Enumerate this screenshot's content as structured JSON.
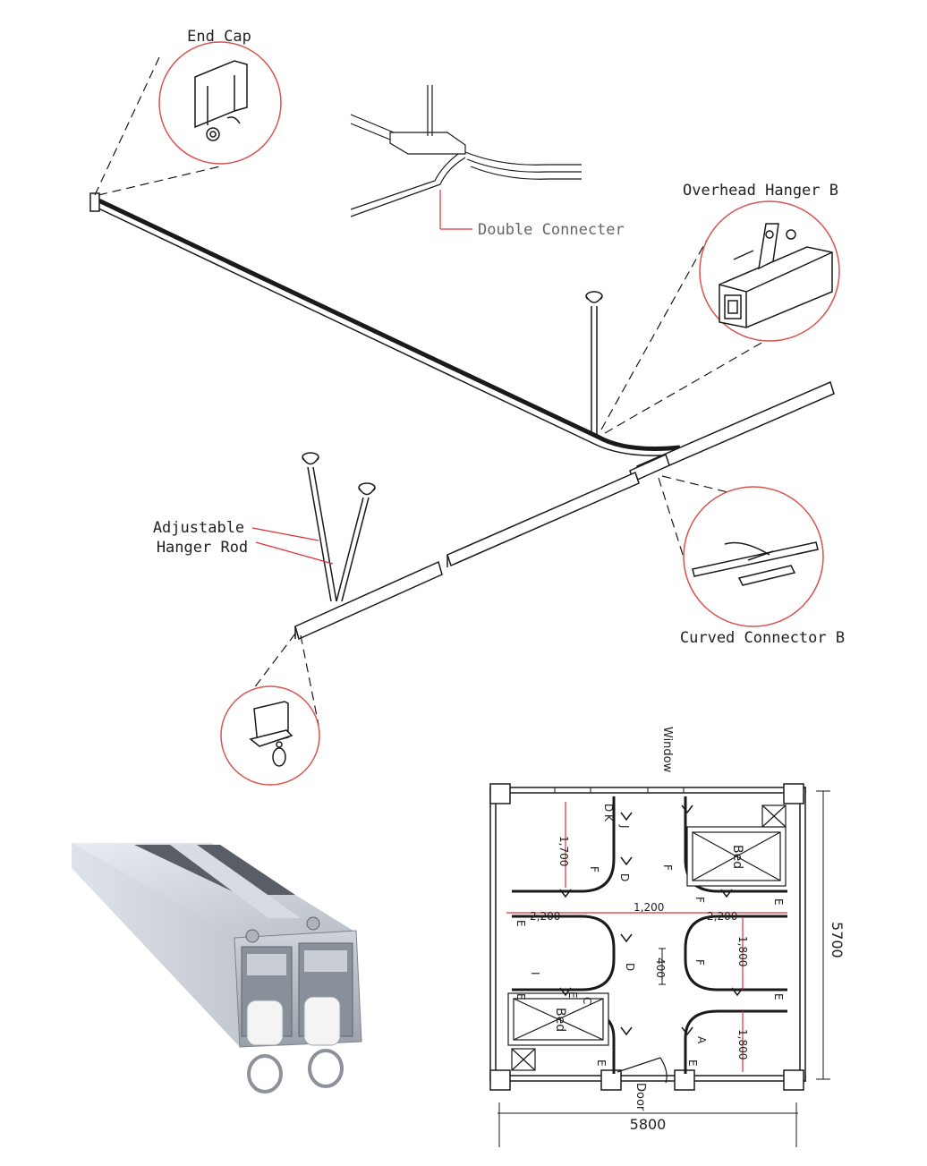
{
  "callouts": {
    "end_cap": "End Cap",
    "double_connecter": "Double Connecter",
    "overhead_hanger_b": "Overhead Hanger B",
    "adjustable_hanger_rod_line1": "Adjustable",
    "adjustable_hanger_rod_line2": "Hanger Rod",
    "curved_connector_b": "Curved Connector B"
  },
  "floor_plan": {
    "window_label": "Window",
    "door_label": "Door",
    "bed_label_top": "Bed",
    "bed_label_bottom": "Bed",
    "overall_width": "5800",
    "overall_height": "5700",
    "dim_1700": "1,700",
    "dim_2200_left": "2,200",
    "dim_1200": "1,200",
    "dim_2200_right": "2,200",
    "dim_1800_upper": "1,800",
    "dim_1800_lower": "1,800",
    "dim_400": "400",
    "letters": {
      "d_top": "D",
      "k": "K",
      "j": "J",
      "d_mid": "D",
      "f1": "F",
      "f2": "F",
      "f3": "F",
      "f4": "F",
      "e1": "E",
      "e2": "E",
      "e3": "E",
      "e4": "E",
      "e5": "E",
      "e6": "E",
      "e7": "E",
      "d_center": "D",
      "a": "A",
      "i": "I",
      "c": "C"
    }
  },
  "colors": {
    "callout_circle": "#d9534f",
    "dimension_red": "#e0303a",
    "track_fill": "#ffffff",
    "line": "#1a1a1a"
  }
}
